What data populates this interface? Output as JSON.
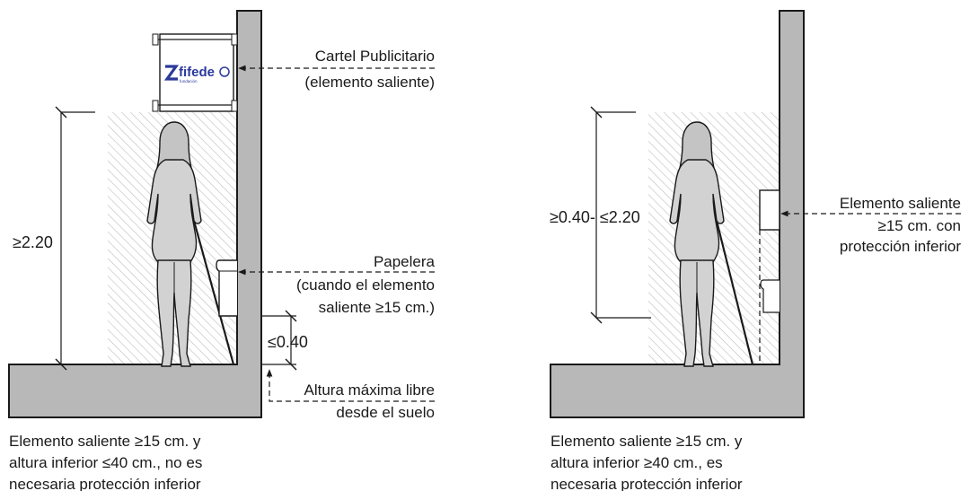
{
  "left_diagram": {
    "sign": {
      "logo_text": "fifede",
      "logo_subtext": "fundación",
      "label_line1": "Cartel Publicitario",
      "label_line2": "(elemento saliente)"
    },
    "height_dimension": "≥2.20",
    "bin": {
      "label_line1": "Papelera",
      "label_line2": "(cuando el elemento",
      "label_line3": "saliente ≥15 cm.)"
    },
    "low_dimension": "≤0.40",
    "floor_note": {
      "line1": "Altura máxima libre",
      "line2": "desde el suelo"
    },
    "caption": {
      "line1": "Elemento saliente ≥15 cm. y",
      "line2": "altura inferior ≤40 cm., no es",
      "line3": "necesaria protección inferior"
    }
  },
  "right_diagram": {
    "height_dimension": "≥0.40- ≤2.20",
    "element": {
      "label_line1": "Elemento saliente",
      "label_line2": "≥15 cm. con",
      "label_line3": "protección inferior"
    },
    "caption": {
      "line1": "Elemento saliente ≥15 cm. y",
      "line2": "altura inferior ≥40 cm., es",
      "line3": "necesaria protección inferior"
    }
  },
  "colors": {
    "wall_fill": "#b8b8b8",
    "outline": "#1a1a1a",
    "hatch": "#bdbdbd",
    "figure_fill": "#d2d2d2",
    "logo_blue": "#2b3a9b"
  }
}
